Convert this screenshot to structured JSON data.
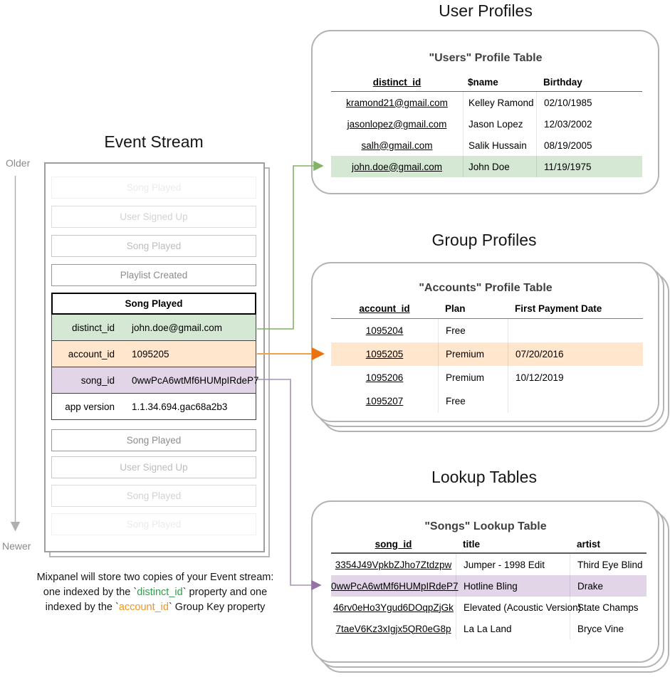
{
  "colors": {
    "green_fill": "#d5e8d4",
    "orange_fill": "#ffe6cc",
    "purple_fill": "#e1d5e7",
    "green_arrow": "#82b366",
    "orange_arrow": "#eda14b",
    "orange_arrowhead": "#eb720e",
    "purple_arrow": "#a593b8",
    "purple_arrowhead": "#9673a6",
    "timeline_gray": "#b0b0b0",
    "green_text": "#2f9e49",
    "orange_text": "#f5941d"
  },
  "event_stream": {
    "title": "Event Stream",
    "older_label": "Older",
    "newer_label": "Newer",
    "events_before": [
      "Song Played",
      "User Signed Up",
      "Song Played",
      "Playlist Created"
    ],
    "selected_event": {
      "title": "Song Played",
      "properties": [
        {
          "key": "distinct_id",
          "value": "john.doe@gmail.com",
          "highlight": "green"
        },
        {
          "key": "account_id",
          "value": "1095205",
          "highlight": "orange"
        },
        {
          "key": "song_id",
          "value": "0wwPcA6wtMf6HUMpIRdeP7",
          "highlight": "purple"
        },
        {
          "key": "app version",
          "value": "1.1.34.694.gac68a2b3",
          "highlight": "none"
        }
      ]
    },
    "events_after": [
      "Song Played",
      "User Signed Up",
      "Song Played",
      "Song Played"
    ],
    "caption_lines": [
      [
        {
          "t": "Mixpanel will store two copies of your Event stream:"
        }
      ],
      [
        {
          "t": "one indexed by the `"
        },
        {
          "t": "distinct_id",
          "c": "green"
        },
        {
          "t": "` property and one"
        }
      ],
      [
        {
          "t": "indexed by the `"
        },
        {
          "t": "account_id",
          "c": "orange"
        },
        {
          "t": "` Group Key property"
        }
      ]
    ]
  },
  "user_profiles": {
    "section_title": "User Profiles",
    "table_title": "\"Users\" Profile Table",
    "columns": [
      "distinct_id",
      "$name",
      "Birthday"
    ],
    "rows": [
      [
        "kramond21@gmail.com",
        "Kelley Ramond",
        "02/10/1985"
      ],
      [
        "jasonlopez@gmail.com",
        "Jason Lopez",
        "12/03/2002"
      ],
      [
        "salh@gmail.com",
        "Salik Hussain",
        "08/19/2005"
      ],
      [
        "john.doe@gmail.com",
        "John Doe",
        "11/19/1975"
      ]
    ],
    "highlighted_row_index": 3,
    "highlight_color": "green"
  },
  "group_profiles": {
    "section_title": "Group Profiles",
    "table_title": "\"Accounts\" Profile Table",
    "columns": [
      "account_id",
      "Plan",
      "First Payment Date"
    ],
    "rows": [
      [
        "1095204",
        "Free",
        ""
      ],
      [
        "1095205",
        "Premium",
        "07/20/2016"
      ],
      [
        "1095206",
        "Premium",
        "10/12/2019"
      ],
      [
        "1095207",
        "Free",
        ""
      ]
    ],
    "highlighted_row_index": 1,
    "highlight_color": "orange"
  },
  "lookup_tables": {
    "section_title": "Lookup Tables",
    "table_title": "\"Songs\" Lookup Table",
    "columns": [
      "song_id",
      "title",
      "artist"
    ],
    "rows": [
      [
        "3354J49VpkbZJho7Ztdzpw",
        "Jumper - 1998 Edit",
        "Third Eye Blind"
      ],
      [
        "0wwPcA6wtMf6HUMpIRdeP7",
        "Hotline Bling",
        "Drake"
      ],
      [
        "46rv0eHo3Ygud6DOqpZjGk",
        "Elevated (Acoustic Version)",
        "State Champs"
      ],
      [
        "7taeV6Kz3xIgjx5QR0eG8p",
        "La La Land",
        "Bryce Vine"
      ]
    ],
    "highlighted_row_index": 1,
    "highlight_color": "purple"
  }
}
